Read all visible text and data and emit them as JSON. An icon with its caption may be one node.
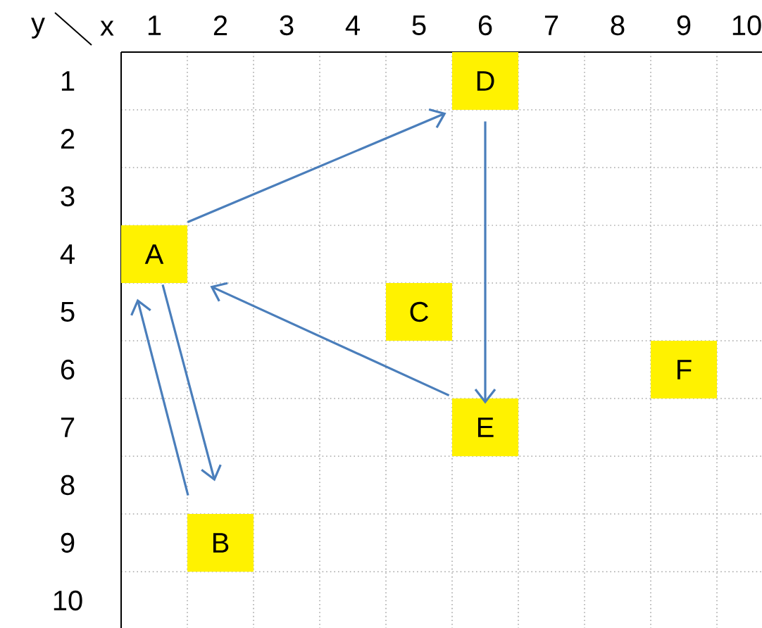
{
  "diagram": {
    "nodes": [
      {
        "text": [
          "D"
        ]
      },
      {
        "text": [
          "A"
        ]
      },
      {
        "text": [
          "C"
        ]
      },
      {
        "text": [
          "F"
        ]
      },
      {
        "text": [
          "E"
        ]
      },
      {
        "text": [
          "B"
        ]
      }
    ],
    "edges": [
      {
        "from": 1,
        "to": 0,
        "arrow": "to"
      },
      {
        "from": 0,
        "to": 4,
        "arrow": "to"
      },
      {
        "from": 4,
        "to": 1,
        "arrow": "to"
      },
      {
        "from": 1,
        "to": 5,
        "arrow": "to"
      },
      {
        "from": 5,
        "to": 1,
        "arrow": "to"
      }
    ],
    "labels": [
      "y",
      "x",
      "1",
      "2",
      "3",
      "4",
      "5",
      "6",
      "7",
      "8",
      "9",
      "10",
      "1",
      "2",
      "3",
      "4",
      "5",
      "6",
      "7",
      "8",
      "9",
      "10"
    ]
  }
}
